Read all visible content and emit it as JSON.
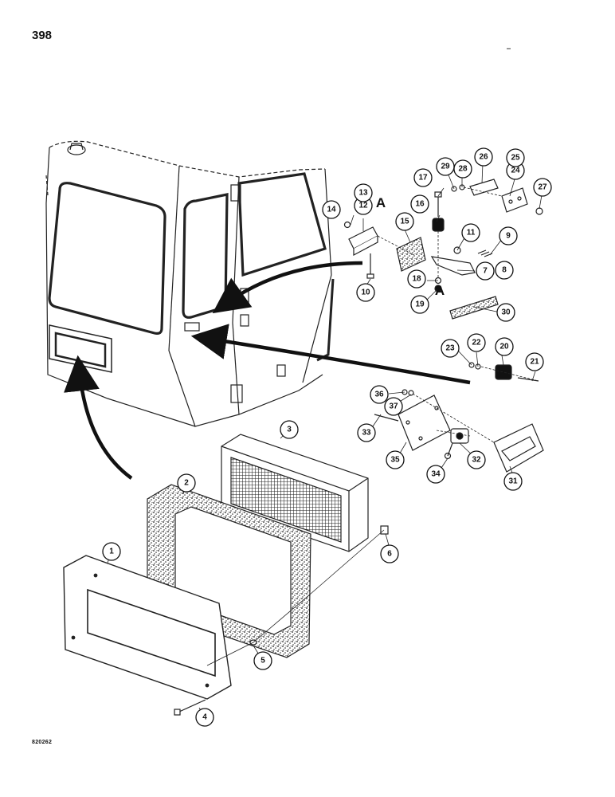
{
  "page_number": "398",
  "figure_code": "820262",
  "reference_letter": "A",
  "callouts": [
    "1",
    "2",
    "3",
    "4",
    "5",
    "6",
    "7",
    "8",
    "9",
    "10",
    "11",
    "12",
    "13",
    "14",
    "15",
    "16",
    "17",
    "18",
    "19",
    "20",
    "21",
    "22",
    "23",
    "24",
    "25",
    "26",
    "27",
    "28",
    "29",
    "30",
    "31",
    "32",
    "33",
    "34",
    "35",
    "36",
    "37"
  ]
}
